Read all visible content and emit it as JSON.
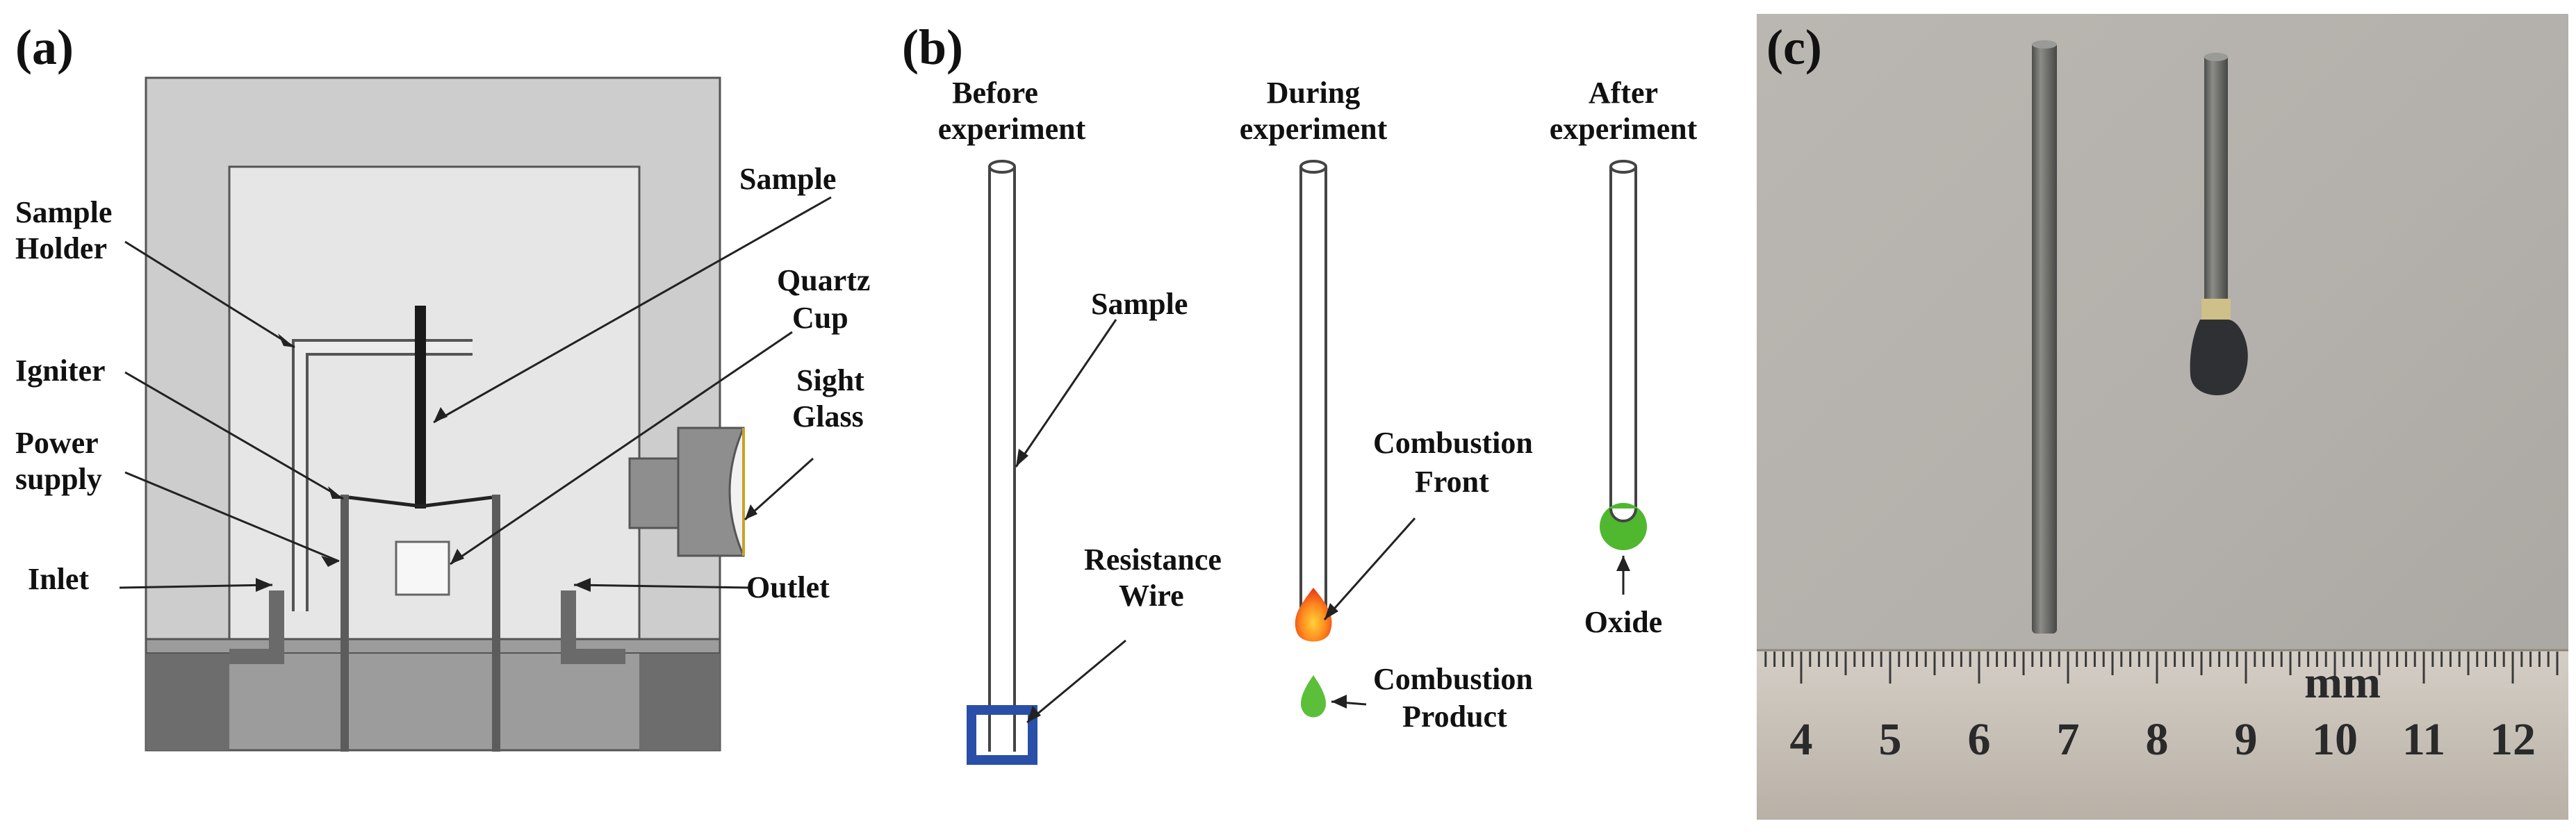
{
  "panels": {
    "a": "(a)",
    "b": "(b)",
    "c": "(c)"
  },
  "panel_a": {
    "labels": {
      "sample_holder_1": "Sample",
      "sample_holder_2": "Holder",
      "igniter": "Igniter",
      "power_supply_1": "Power",
      "power_supply_2": "supply",
      "inlet": "Inlet",
      "sample": "Sample",
      "quartz_cup_1": "Quartz",
      "quartz_cup_2": "Cup",
      "sight_glass_1": "Sight",
      "sight_glass_2": "Glass",
      "outlet": "Outlet"
    },
    "colors": {
      "outer_chamber": "#cfcfcf",
      "inner_chamber": "#e4e4e4",
      "base": "#9a9a9a",
      "base_dark": "#6e6e6e",
      "sample_rod": "#1a1a1a"
    }
  },
  "panel_b": {
    "stages": {
      "before_1": "Before",
      "before_2": "experiment",
      "during_1": "During",
      "during_2": "experiment",
      "after_1": "After",
      "after_2": "experiment"
    },
    "labels": {
      "sample": "Sample",
      "resistance_1": "Resistance",
      "resistance_2": "Wire",
      "combustion_front_1": "Combustion",
      "combustion_front_2": "Front",
      "combustion_product_1": "Combustion",
      "combustion_product_2": "Product",
      "oxide": "Oxide"
    },
    "colors": {
      "resistance_wire": "#2a4fa8",
      "flame_outer": "#f05a1a",
      "flame_inner": "#ffb020",
      "product": "#5cbf3a",
      "oxide": "#4fb82e"
    }
  },
  "panel_c": {
    "ruler_numbers": [
      "4",
      "5",
      "6",
      "7",
      "8",
      "9",
      "10",
      "11",
      "12"
    ],
    "ruler_unit": "mm",
    "colors": {
      "background": "#b6b2ad",
      "rod": "#6f6f6c",
      "ruler": "#c9c2b8"
    }
  }
}
